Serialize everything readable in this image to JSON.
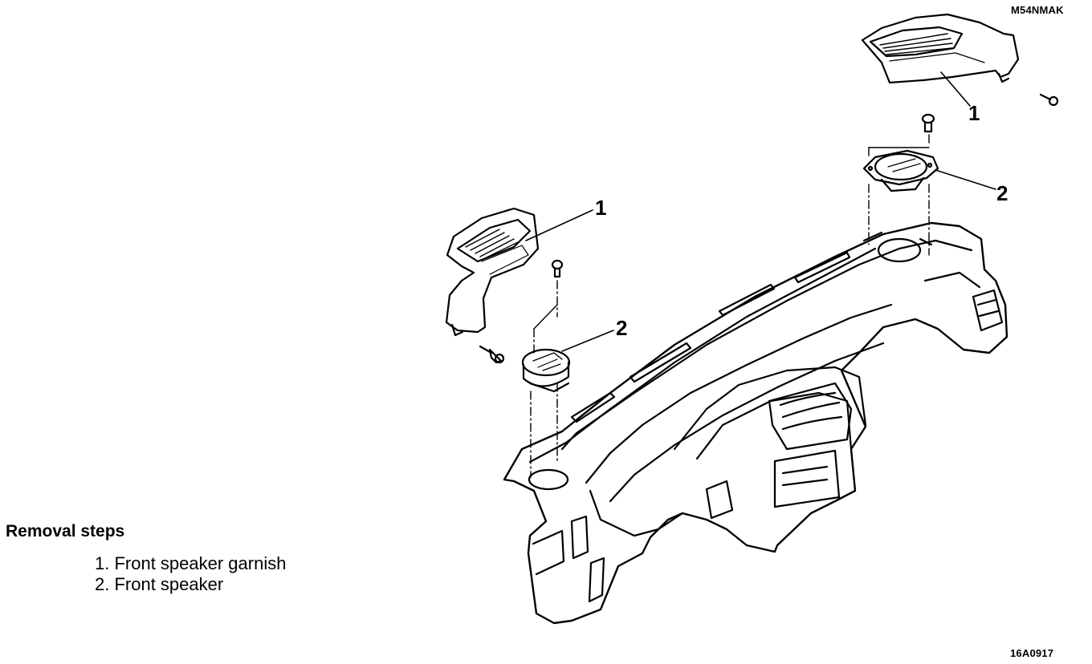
{
  "document_code": "M54NMAK",
  "figure_code": "16A0917",
  "removal_steps": {
    "title": "Removal steps",
    "items": [
      "1. Front speaker garnish",
      "2. Front speaker"
    ]
  },
  "callouts": {
    "garnish_left": "1",
    "speaker_left": "2",
    "garnish_right": "1",
    "speaker_right": "2"
  }
}
